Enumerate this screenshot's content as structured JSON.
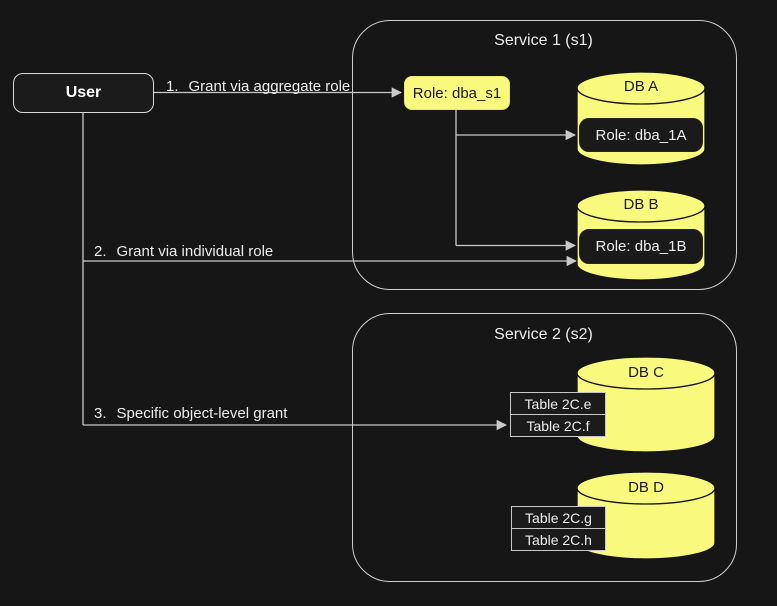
{
  "palette": {
    "background": "#161616",
    "node_yellow": "#f9f97d",
    "line_gray": "#c9c9c9",
    "dark_node": "#1a1a1a",
    "light_border": "#cfcfcf"
  },
  "user": {
    "label": "User"
  },
  "edges": [
    {
      "num": "1.",
      "text": "Grant via aggregate role"
    },
    {
      "num": "2.",
      "text": "Grant via individual role"
    },
    {
      "num": "3.",
      "text": "Specific object-level grant"
    }
  ],
  "service1": {
    "title": "Service 1 (s1)",
    "aggregate_role": "Role: dba_s1",
    "databases": [
      {
        "name": "DB A",
        "role": "Role: dba_1A"
      },
      {
        "name": "DB B",
        "role": "Role: dba_1B"
      }
    ]
  },
  "service2": {
    "title": "Service 2 (s2)",
    "databases": [
      {
        "name": "DB C",
        "tables": [
          "Table 2C.e",
          "Table 2C.f"
        ]
      },
      {
        "name": "DB D",
        "tables": [
          "Table 2C.g",
          "Table 2C.h"
        ]
      }
    ]
  }
}
